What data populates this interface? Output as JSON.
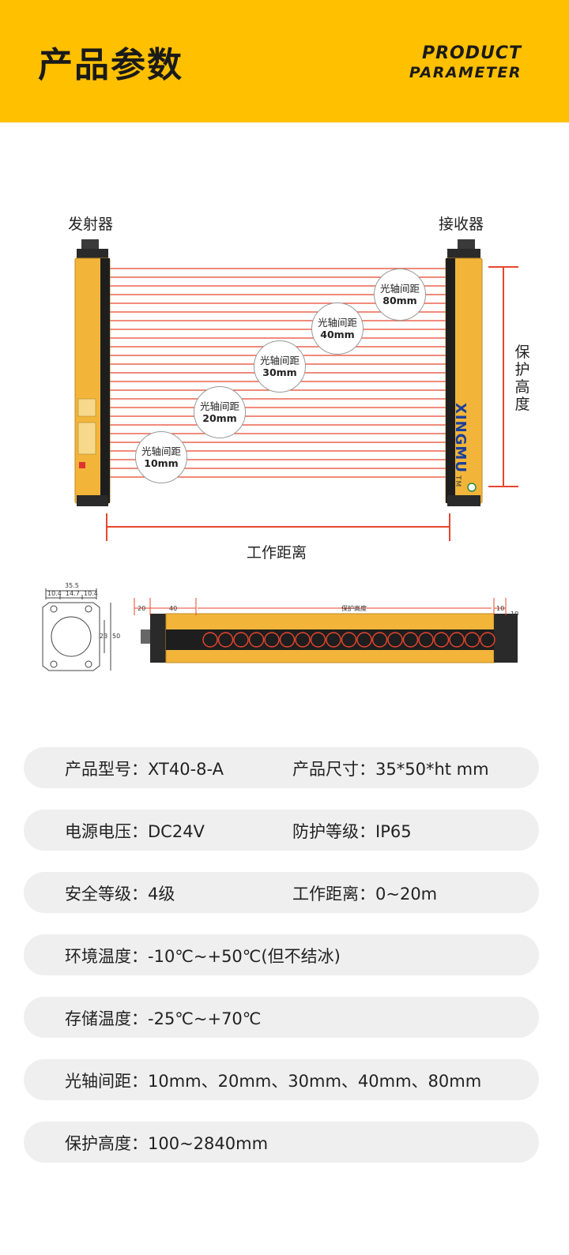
{
  "header": {
    "title_cn": "产品参数",
    "title_en_line1": "PRODUCT",
    "title_en_line2": "PARAMETER"
  },
  "diagram": {
    "emitter_label": "发射器",
    "receiver_label": "接收器",
    "working_distance_label": "工作距离",
    "protection_height_label": "保护高度",
    "brand_text": "XINGMU",
    "trademark": "TM",
    "bubbles": [
      {
        "label": "光轴间距",
        "value": "10mm"
      },
      {
        "label": "光轴间距",
        "value": "20mm"
      },
      {
        "label": "光轴间距",
        "value": "30mm"
      },
      {
        "label": "光轴间距",
        "value": "40mm"
      },
      {
        "label": "光轴间距",
        "value": "80mm"
      }
    ]
  },
  "technical_drawing": {
    "width_total": "35.5",
    "w1": "10.4",
    "w2": "14.7",
    "w3": "10.4",
    "h1": "23",
    "h2": "50",
    "left_offset": "20",
    "first_pitch": "40",
    "protection_height_label": "保护高度",
    "right_offset_1": "10",
    "right_offset_2": "10"
  },
  "specs": [
    {
      "c1": "产品型号：XT40-8-A",
      "c2": "产品尺寸：35*50*ht mm"
    },
    {
      "c1": "电源电压：DC24V",
      "c2": "防护等级：IP65"
    },
    {
      "c1": "安全等级：4级",
      "c2": "工作距离：0~20m"
    },
    {
      "c1": "环境温度：-10℃~+50℃(但不结冰)",
      "c2": ""
    },
    {
      "c1": "存储温度：-25℃~+70℃",
      "c2": ""
    },
    {
      "c1": "光轴间距：10mm、20mm、30mm、40mm、80mm",
      "c2": ""
    },
    {
      "c1": "保护高度：100~2840mm",
      "c2": ""
    }
  ],
  "colors": {
    "accent_yellow": "#FFC000",
    "beam_red": "#E8462E",
    "bar_body": "#F2B53A",
    "dark": "#2a2a2a"
  }
}
